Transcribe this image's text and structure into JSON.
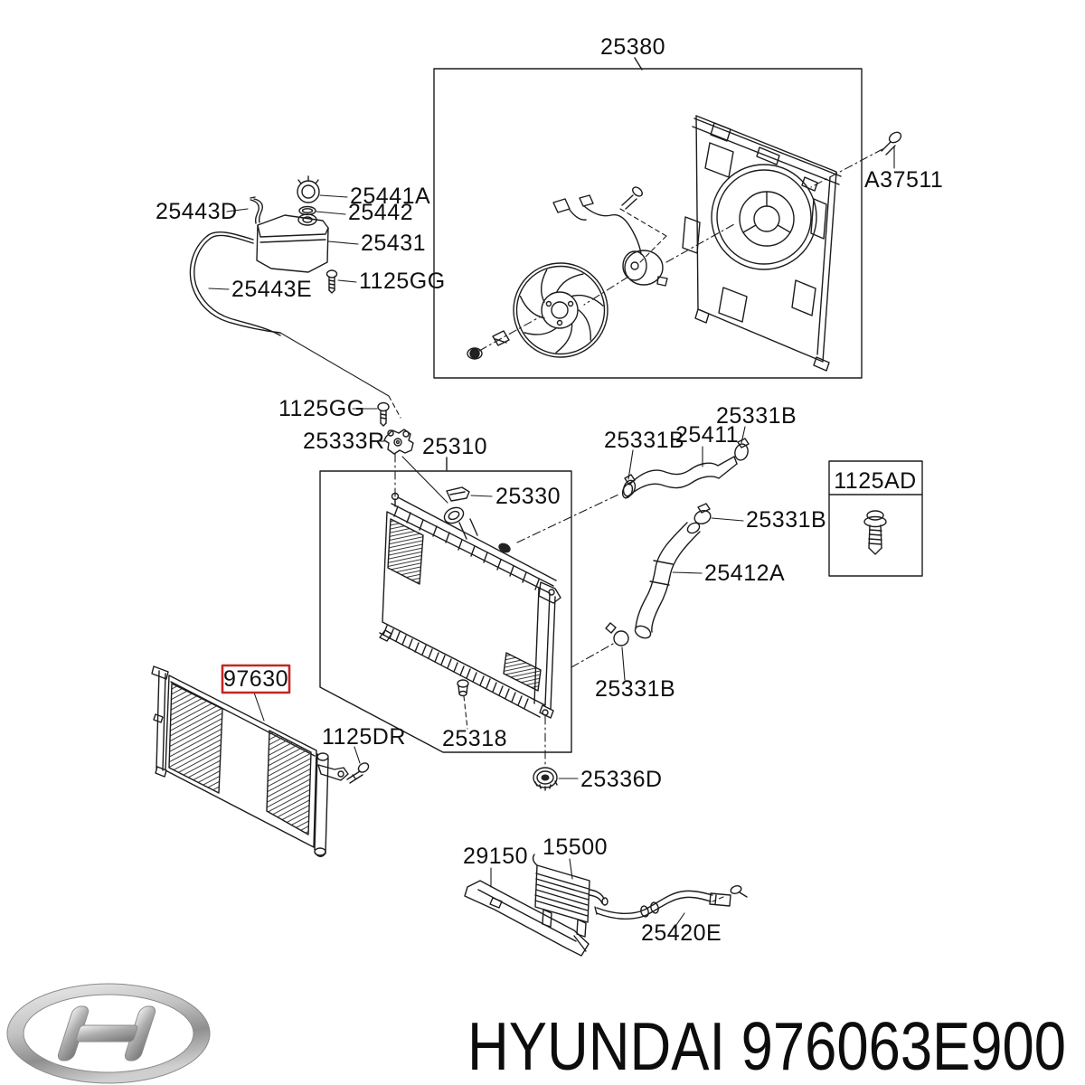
{
  "highlight_color": "#c42525",
  "parts": {
    "fan_assembly": "25380",
    "fan_bolt": "A37511",
    "reservoir_cap": "25441A",
    "reservoir_oring": "25442",
    "reservoir_tube": "25443D",
    "reservoir_tank": "25431",
    "reservoir_bolt": "1125GG",
    "reservoir_hose": "25443E",
    "bracket_bolt": "1125GG",
    "radiator_bracket": "25333R",
    "radiator": "25310",
    "radiator_seal": "25330",
    "clamp_upper_left": "25331B",
    "hose_upper": "25411",
    "clamp_upper_right": "25331B",
    "mount_bolt_kit": "1125AD",
    "clamp_lower_top": "25331B",
    "hose_lower": "25412A",
    "clamp_lower_bottom": "25331B",
    "condenser": "97630",
    "condenser_bolt": "1125DR",
    "drain_plug": "25318",
    "mount_grommet": "25336D",
    "air_guard": "29150",
    "oil_cooler": "15500",
    "oil_cooler_hose": "25420E"
  },
  "footer": {
    "text": "HYUNDAI 976063E900"
  }
}
